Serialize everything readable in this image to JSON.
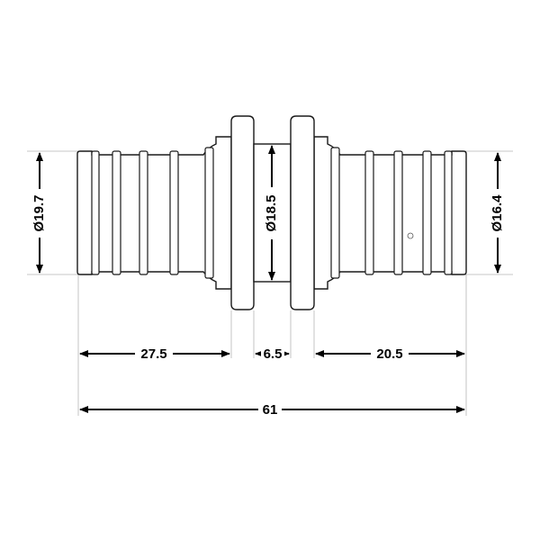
{
  "dimensions": {
    "outer_left_diameter": "Ø19.7",
    "inner_diameter": "Ø18.5",
    "outer_right_diameter": "Ø16.4",
    "left_length": "27.5",
    "middle_length": "6.5",
    "right_length": "20.5",
    "total_length": "61"
  },
  "colors": {
    "line": "#1a1a1a",
    "extension": "#b5b5b5",
    "text": "#000000"
  }
}
